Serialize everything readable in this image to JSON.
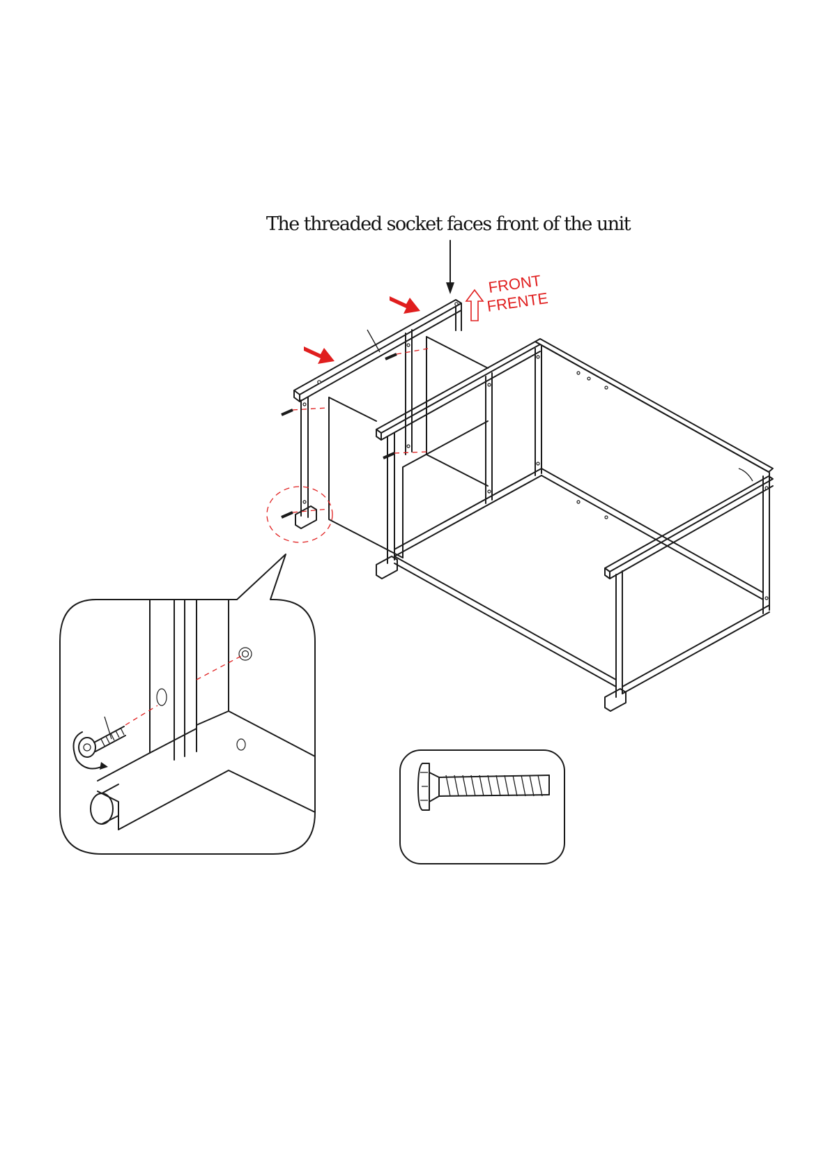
{
  "annotation": {
    "note": "The threaded socket faces front of the unit"
  },
  "orientation": {
    "front_en": "FRONT",
    "front_es": "FRENTE"
  },
  "colors": {
    "accent": "#e01e1e",
    "line": "#1a1a1a",
    "background": "#ffffff"
  },
  "icons": [
    "down-arrow-icon",
    "up-outline-arrow-icon",
    "red-insert-arrow-icon",
    "rotate-arrow-icon"
  ]
}
